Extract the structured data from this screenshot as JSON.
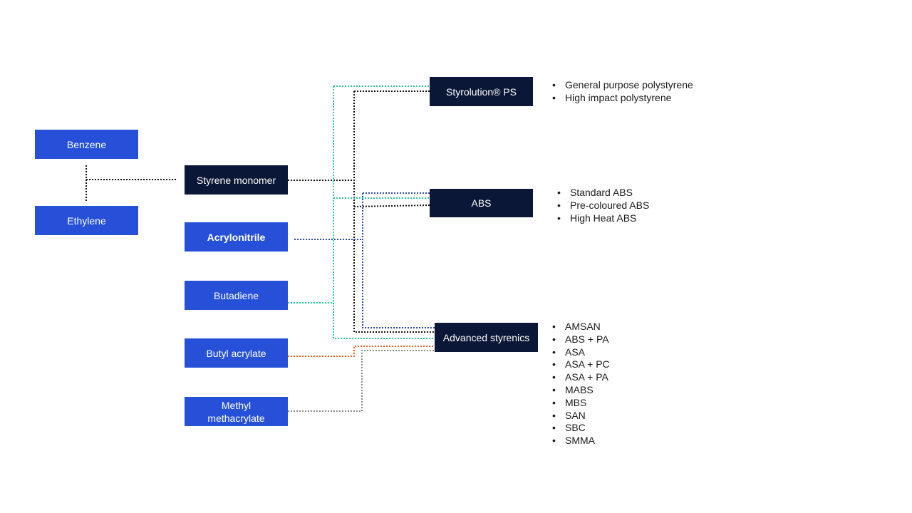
{
  "colors": {
    "raw_box": "#2650d8",
    "product_box": "#0b1736",
    "line_black": "#111111",
    "line_teal": "#23c9a0",
    "line_blue": "#2b4aa8",
    "line_orange": "#f05a28",
    "line_gray": "#8a8a8a"
  },
  "raw_materials": {
    "benzene": "Benzene",
    "ethylene": "Ethylene",
    "styrene_monomer": "Styrene monomer",
    "acrylonitrile": "Acrylonitrile",
    "butadiene": "Butadiene",
    "butyl_acrylate": "Butyl acrylate",
    "methyl_methacrylate": "Methyl methacrylate"
  },
  "products": {
    "ps": {
      "name": "Styrolution® PS",
      "items": [
        "General purpose polystyrene",
        "High impact polystyrene"
      ]
    },
    "abs": {
      "name": "ABS",
      "items": [
        "Standard ABS",
        "Pre-coloured ABS",
        "High Heat ABS"
      ]
    },
    "advanced": {
      "name": "Advanced styrenics",
      "items": [
        "AMSAN",
        "ABS + PA",
        "ASA",
        "ASA + PC",
        "ASA + PA",
        "MABS",
        "MBS",
        "SAN",
        "SBC",
        "SMMA"
      ]
    }
  }
}
